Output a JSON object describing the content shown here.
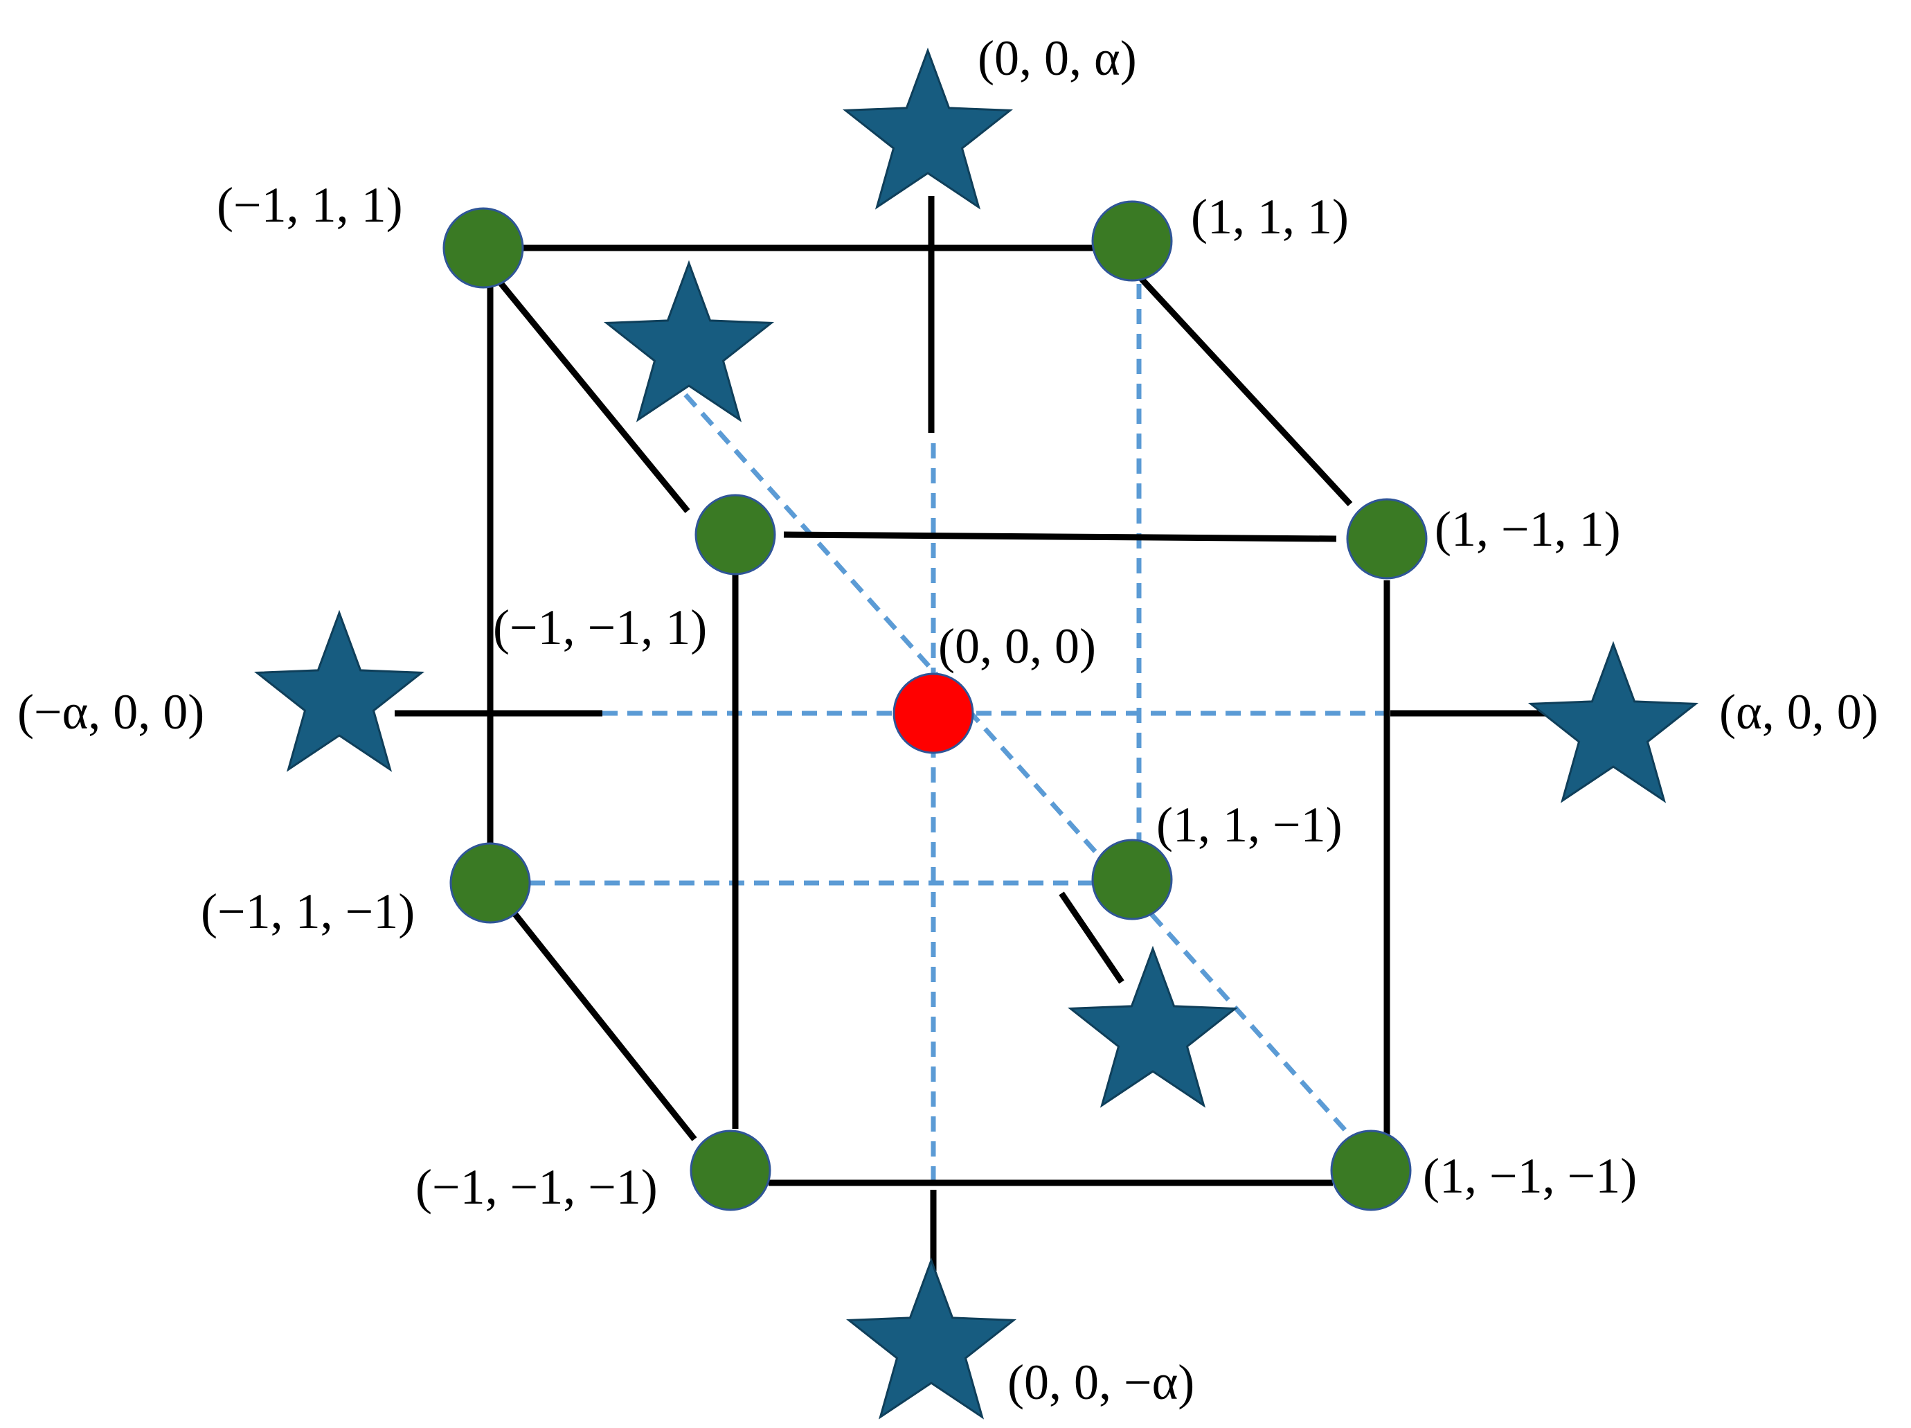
{
  "colors": {
    "factorial_point": "#3a7a24",
    "center_point": "#ff0000",
    "axial_point": "#175c80",
    "edge": "#000000",
    "dashed_guide": "#5b9bd5"
  },
  "factorial_points": [
    {
      "id": "m1-p1-p1",
      "label": "(−1, 1, 1)"
    },
    {
      "id": "p1-p1-p1",
      "label": "(1, 1, 1)"
    },
    {
      "id": "m1-m1-p1",
      "label": "(−1, −1, 1)"
    },
    {
      "id": "p1-m1-p1",
      "label": "(1, −1, 1)"
    },
    {
      "id": "m1-p1-m1",
      "label": "(−1, 1, −1)"
    },
    {
      "id": "p1-p1-m1",
      "label": "(1, 1, −1)"
    },
    {
      "id": "m1-m1-m1",
      "label": "(−1, −1, −1)"
    },
    {
      "id": "p1-m1-m1",
      "label": "(1, −1, −1)"
    }
  ],
  "center_point": {
    "id": "0-0-0",
    "label": "(0, 0, 0)"
  },
  "axial_points": [
    {
      "id": "0-0-pa",
      "label": "(0, 0, α)"
    },
    {
      "id": "0-0-ma",
      "label": "(0, 0, −α)"
    },
    {
      "id": "ma-0-0",
      "label": "(−α, 0, 0)"
    },
    {
      "id": "pa-0-0",
      "label": "(α, 0, 0)"
    },
    {
      "id": "0-pa-0",
      "label": ""
    },
    {
      "id": "0-ma-0",
      "label": ""
    }
  ]
}
